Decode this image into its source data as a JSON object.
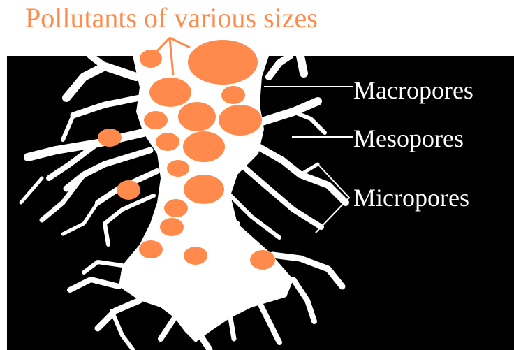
{
  "title": "Pollutants of various sizes",
  "labels": {
    "macropores": "Macropores",
    "mesopores": "Mesopores",
    "micropores": "Micropores"
  },
  "colors": {
    "background": "#000000",
    "pores": "#ffffff",
    "pollutants": "#ff8a4b",
    "title": "#ff8a4b"
  }
}
